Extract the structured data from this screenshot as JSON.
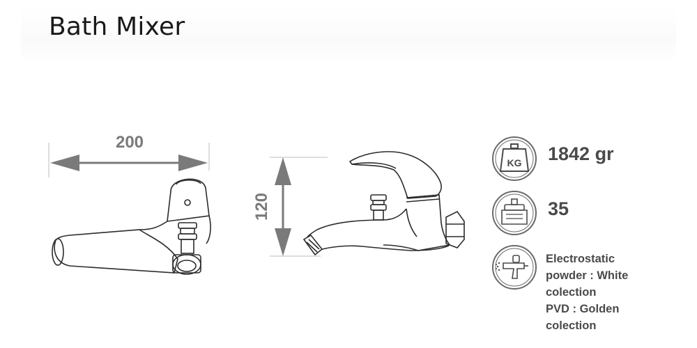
{
  "title": "Bath Mixer",
  "dimensions": {
    "width": "200",
    "height": "120"
  },
  "specs": {
    "weight_badge": "KG",
    "weight": "1842 gr",
    "cartridge": "35",
    "finish_lines": [
      "Electrostatic",
      "powder : White",
      "colection",
      "PVD : Golden",
      "colection"
    ]
  },
  "icons": {
    "weight": "weight-kg-icon",
    "cartridge": "cartridge-icon",
    "finish": "spray-gun-icon"
  },
  "colors": {
    "dimension_gray": "#7a7a7a",
    "line": "#2b2b2b",
    "text": "#4a4a4a"
  }
}
